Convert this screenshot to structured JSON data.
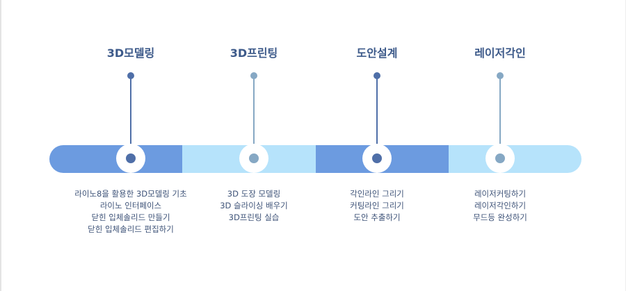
{
  "colors": {
    "dark": "#4f6fa8",
    "light": "#86a8c4",
    "bar_blue": "#6c9be0",
    "bar_light": "#b6e3fb",
    "title": "#3d5a8a",
    "text": "#3e5378"
  },
  "steps": [
    {
      "title": "3D모델링",
      "tone": "dark",
      "items": [
        "라이노8을 활용한 3D모델링 기초",
        "라이노 인터페이스",
        "닫힌 입체솔리드 만들기",
        "닫힌 입체솔리드 편집하기"
      ]
    },
    {
      "title": "3D프린팅",
      "tone": "light",
      "items": [
        "3D 도장 모델링",
        "3D 슬라이싱 배우기",
        "3D프린팅 실습"
      ]
    },
    {
      "title": "도안설계",
      "tone": "dark",
      "items": [
        "각인라인 그리기",
        "커팅라인 그리기",
        "도안 추출하기"
      ]
    },
    {
      "title": "레이저각인",
      "tone": "light",
      "items": [
        "레이저커팅하기",
        "레이저각인하기",
        "무드등 완성하기"
      ]
    }
  ]
}
